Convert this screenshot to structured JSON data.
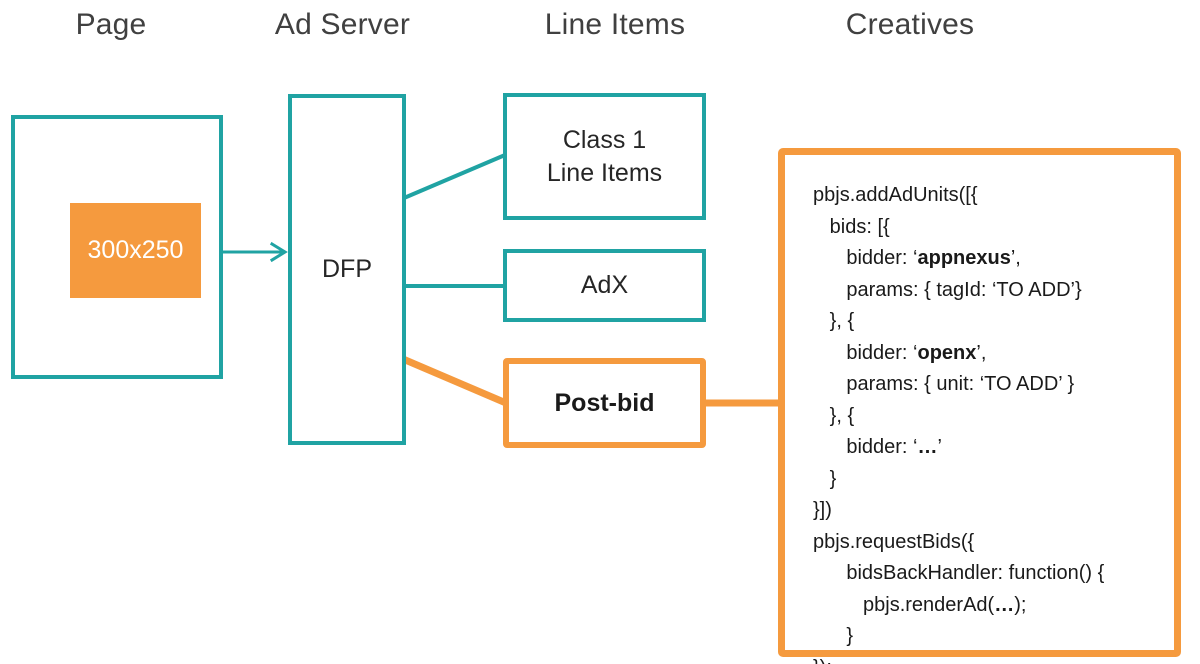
{
  "columns": [
    {
      "id": "page",
      "label": "Page"
    },
    {
      "id": "ad-server",
      "label": "Ad Server"
    },
    {
      "id": "line-items",
      "label": "Line Items"
    },
    {
      "id": "creatives",
      "label": "Creatives"
    }
  ],
  "nodes": {
    "page_box": {
      "label": ""
    },
    "ad_slot": {
      "label": "300x250"
    },
    "dfp": {
      "label": "DFP"
    },
    "class1": {
      "line1": "Class 1",
      "line2": "Line Items"
    },
    "adx": {
      "label": "AdX"
    },
    "postbid": {
      "label": "Post-bid"
    }
  },
  "code": {
    "lines": [
      "pbjs.addAdUnits([{",
      "   bids: [{",
      "      bidder: ‘appnexus’,",
      "      params: { tagId: ‘TO ADD’}",
      "   }, {",
      "      bidder: ‘openx’,",
      "      params: { unit: ‘TO ADD’ }",
      "   }, {",
      "      bidder: ‘…’",
      "   }",
      "}])",
      "pbjs.requestBids({",
      "      bidsBackHandler: function() {",
      "         pbjs.renderAd(…);",
      "      }",
      "});"
    ],
    "bold_tokens": [
      "appnexus",
      "openx",
      "…"
    ]
  },
  "colors": {
    "teal": "#20A3A3",
    "orange": "#F59A3E",
    "heading_text": "#404040",
    "body_text": "#262626",
    "background": "#ffffff"
  },
  "connectors": [
    {
      "id": "adslot-to-dfp",
      "from": "ad_slot",
      "to": "dfp",
      "color": "#20A3A3",
      "arrow": true
    },
    {
      "id": "dfp-to-class1",
      "from": "dfp",
      "to": "class1",
      "color": "#20A3A3",
      "arrow": false
    },
    {
      "id": "dfp-to-adx",
      "from": "dfp",
      "to": "adx",
      "color": "#20A3A3",
      "arrow": false
    },
    {
      "id": "dfp-to-postbid",
      "from": "dfp",
      "to": "postbid",
      "color": "#F59A3E",
      "arrow": false
    },
    {
      "id": "postbid-to-code",
      "from": "postbid",
      "to": "code_panel",
      "color": "#F59A3E",
      "arrow": false
    }
  ]
}
